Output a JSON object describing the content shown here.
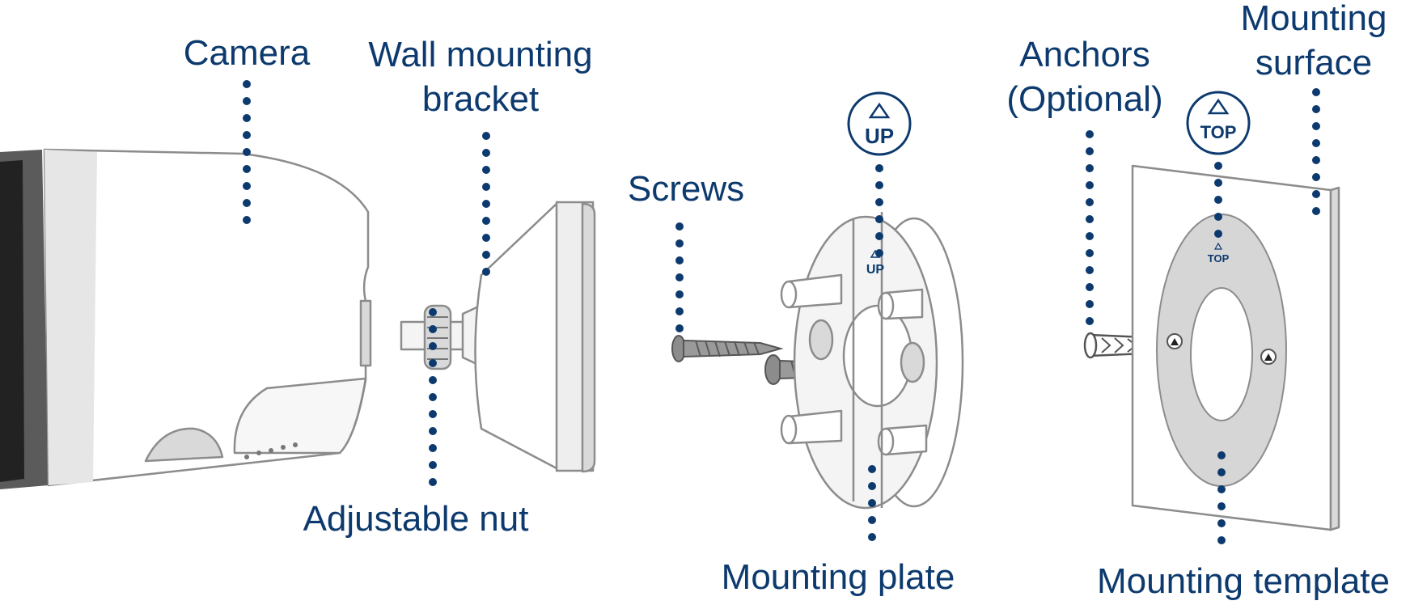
{
  "labels": {
    "camera": "Camera",
    "bracket_line1": "Wall mounting",
    "bracket_line2": "bracket",
    "screws": "Screws",
    "anchors_line1": "Anchors",
    "anchors_line2": "(Optional)",
    "surface_line1": "Mounting",
    "surface_line2": "surface",
    "nut": "Adjustable nut",
    "plate": "Mounting plate",
    "template": "Mounting template"
  },
  "marks": {
    "up_badge": "UP",
    "top_badge": "TOP",
    "plate_mark": "UP",
    "template_mark": "TOP"
  },
  "colors": {
    "label": "#0d3a6e",
    "leader": "#0d3a6e",
    "outline": "#8c8c8c"
  }
}
